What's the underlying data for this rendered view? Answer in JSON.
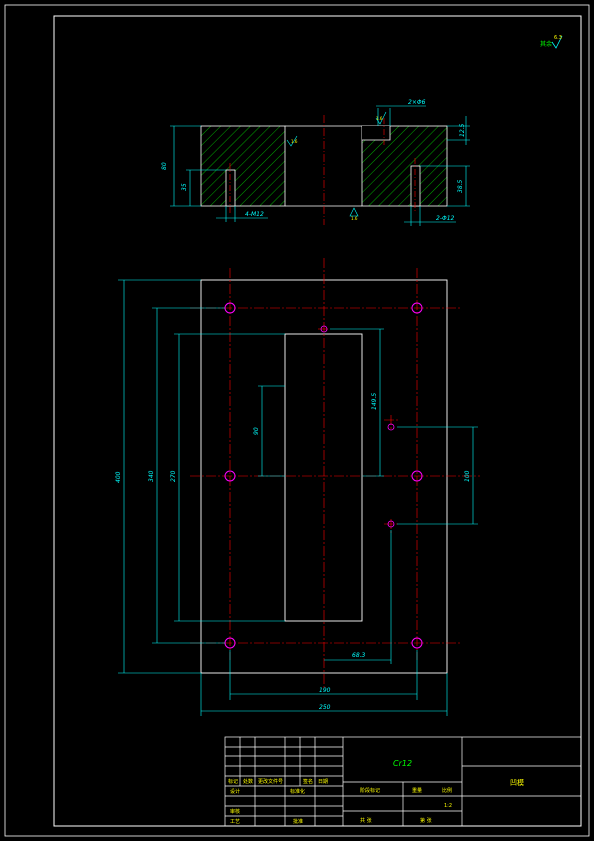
{
  "colors": {
    "background": "#000000",
    "frame": "#ffffff",
    "dimension": "#00ffff",
    "centerline": "#ff0000",
    "hatch": "#00ff00",
    "hole": "#ff00ff",
    "text_yellow": "#ffff00"
  },
  "roughness": {
    "label": "其余",
    "value": "6.3"
  },
  "section_view": {
    "dim_height_total": "80",
    "dim_height_hole": "35",
    "dim_holes_left": "4-M12",
    "dim_top_right": "2×Φ6",
    "dim_right_top": "12.5",
    "dim_right_hole": "38.5",
    "dim_holes_right": "2-Φ12",
    "roughness_left": "1.6",
    "roughness_mid": "1.6",
    "roughness_bottom": "1.6"
  },
  "plan_view": {
    "dim_height_overall": "400",
    "dim_height_holes": "340",
    "dim_height_pocket": "270",
    "dim_pocket_top": "90",
    "dim_pocket_offset": "149.5",
    "dim_right_holes": "100",
    "dim_width_holes": "190",
    "dim_width_overall": "250",
    "dim_center_offset": "68.3"
  },
  "title_block": {
    "material": "Cr12",
    "part_name": "凹模",
    "row_labels": [
      "标记",
      "处数",
      "更改文件号",
      "签名",
      "日期"
    ],
    "design_label": "设计",
    "standard_label": "标准化",
    "review_label": "审核",
    "process_label": "工艺",
    "approve_label": "批准",
    "stage_label": "阶段标记",
    "weight_label": "重量",
    "scale_label": "比例",
    "scale_value": "1:2",
    "sheet_total": "共 张",
    "sheet_no": "第 张"
  }
}
